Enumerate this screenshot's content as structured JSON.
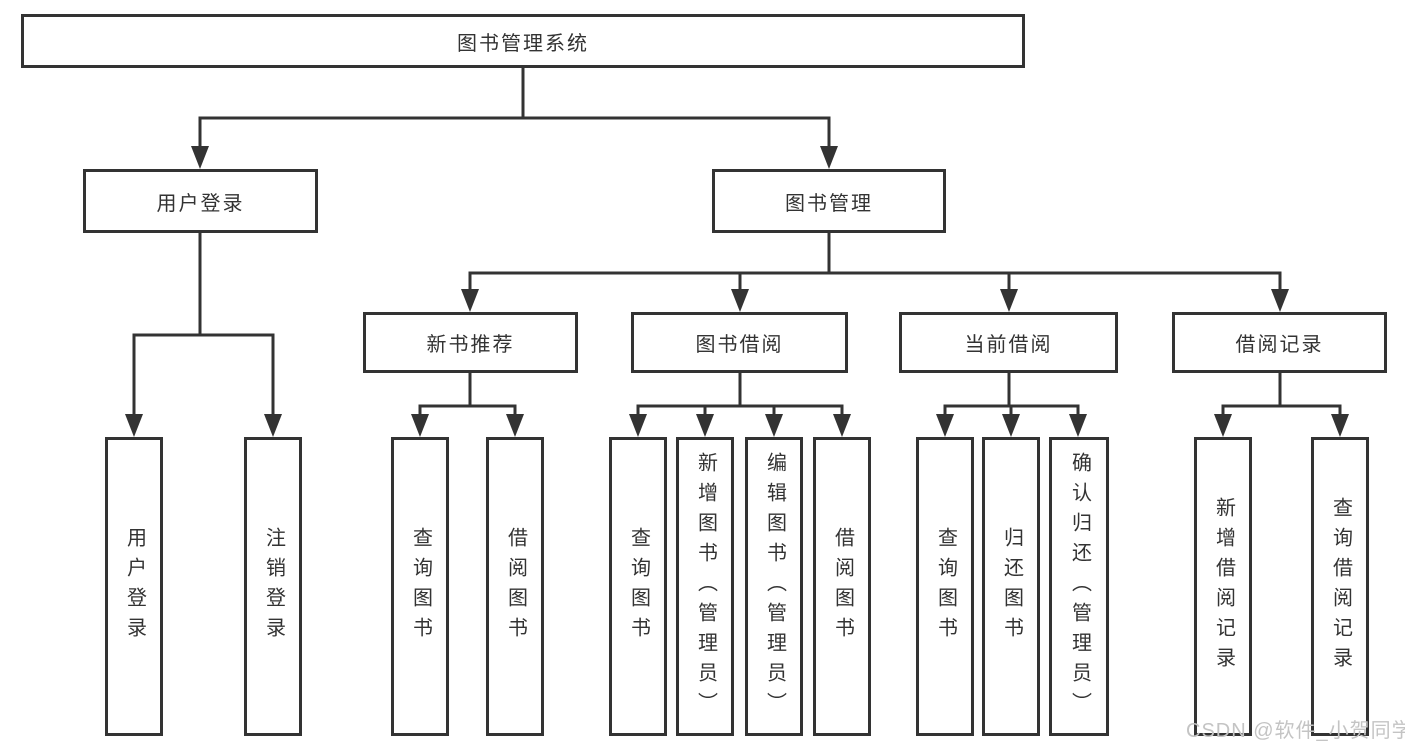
{
  "tree": {
    "label": "图书管理系统",
    "children": [
      {
        "label": "用户登录",
        "children": [
          {
            "label": "用户登录"
          },
          {
            "label": "注销登录"
          }
        ]
      },
      {
        "label": "图书管理",
        "children": [
          {
            "label": "新书推荐",
            "children": [
              {
                "label": "查询图书"
              },
              {
                "label": "借阅图书"
              }
            ]
          },
          {
            "label": "图书借阅",
            "children": [
              {
                "label": "查询图书"
              },
              {
                "label": "新增图书（管理员）"
              },
              {
                "label": "编辑图书（管理员）"
              },
              {
                "label": "借阅图书"
              }
            ]
          },
          {
            "label": "当前借阅",
            "children": [
              {
                "label": "查询图书"
              },
              {
                "label": "归还图书"
              },
              {
                "label": "确认归还（管理员）"
              }
            ]
          },
          {
            "label": "借阅记录",
            "children": [
              {
                "label": "新增借阅记录"
              },
              {
                "label": "查询借阅记录"
              }
            ]
          }
        ]
      }
    ]
  },
  "watermark": "CSDN @软件_小贺同学",
  "colors": {
    "line": "#333333",
    "text": "#333333",
    "background": "#ffffff",
    "watermark": "#c4c4c4"
  }
}
